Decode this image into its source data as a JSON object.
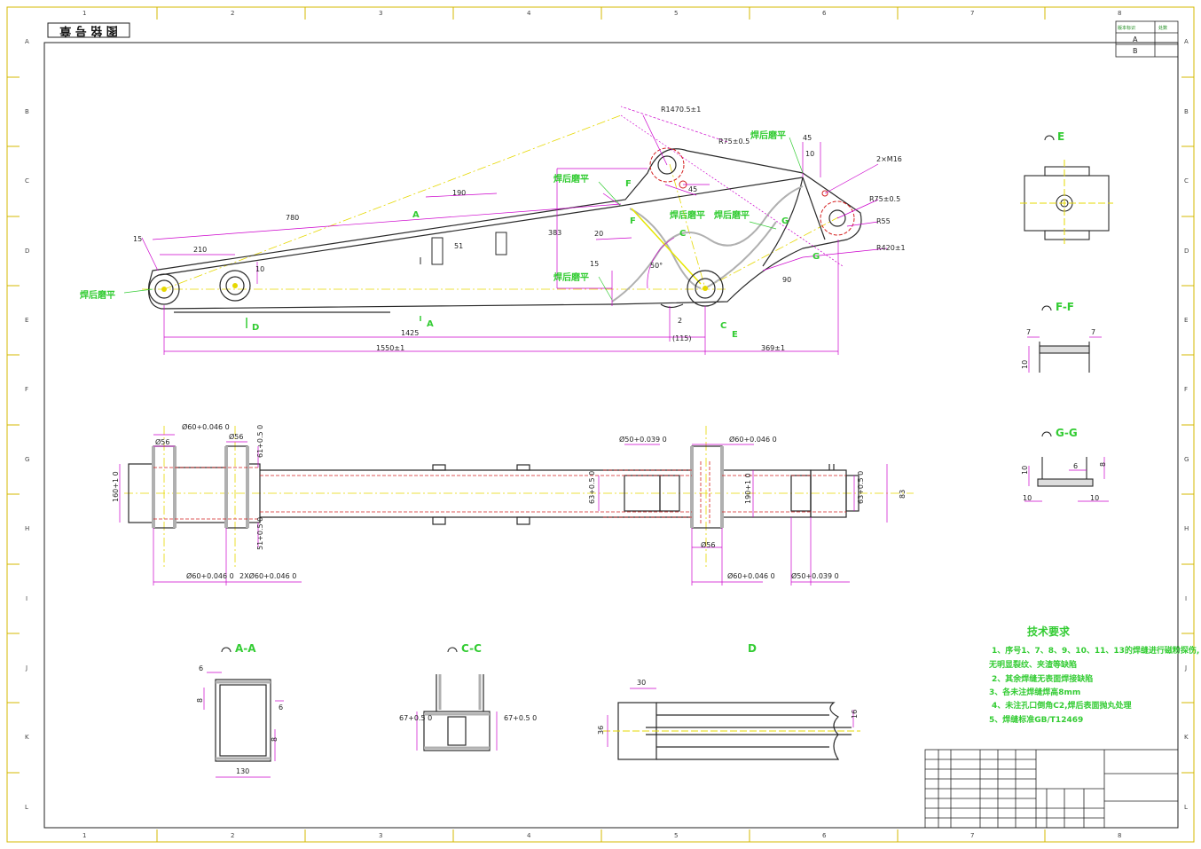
{
  "zones": {
    "columns": [
      "1",
      "2",
      "3",
      "4",
      "5",
      "6",
      "7",
      "8"
    ],
    "rows": [
      "A",
      "B",
      "C",
      "D",
      "E",
      "F",
      "G",
      "H",
      "I",
      "J",
      "K",
      "L"
    ]
  },
  "stamp": "图 铭 号 章",
  "revision_table": {
    "headers": [
      "版本标识",
      "处数"
    ],
    "rows": [
      "A",
      "B"
    ]
  },
  "section_labels": {
    "e": "E",
    "ff": "F-F",
    "gg": "G-G",
    "aa": "A-A",
    "cc": "C-C",
    "d": "D",
    "view_a": "A",
    "view_c": "C",
    "view_d": "D",
    "view_f": "F",
    "view_g": "G",
    "view_e": "E"
  },
  "weld_grind_note": "焊后磨平",
  "main_view": {
    "radius_large": "R1470.5±1",
    "radius_pin": "R75±0.5",
    "radius_right": "R75±0.5",
    "r55": "R55",
    "r420": "R420±1",
    "thread": "2×M16",
    "d780": "780",
    "d190": "190",
    "d210": "210",
    "d15a": "15",
    "d10a": "10",
    "d383": "383",
    "d20": "20",
    "d15b": "15",
    "d50": "50°",
    "d45": "45",
    "d10b": "10",
    "d45b": "45",
    "d90": "90",
    "d51": "51",
    "d1425": "1425",
    "d2": "2",
    "d115": "(115)",
    "d1550": "1550±1",
    "d369": "369±1"
  },
  "plan_view": {
    "phi56a": "Ø56",
    "phi60a": "Ø60+0.046 0",
    "phi56b": "Ø56",
    "d61a": "61+0.5 0",
    "d51b": "51+0.5 0",
    "d160": "160+1 0",
    "phi60b": "Ø60+0.046 0",
    "phi60c": "2XØ60+0.046 0",
    "phi50a": "Ø50+0.039 0",
    "phi60d": "Ø60+0.046 0",
    "d63a": "63+0.5 0",
    "d190": "190+1 0",
    "phi56c": "Ø56",
    "phi60e": "Ø60+0.046 0",
    "phi50b": "Ø50+0.039 0",
    "d63b": "63+0.5 0",
    "d83": "83"
  },
  "detail_dims": {
    "ff7a": "7",
    "ff7b": "7",
    "ff10": "10",
    "gg6": "6",
    "gg8": "8",
    "gg10a": "10",
    "gg10b": "10",
    "gg10c": "10",
    "aa6a": "6",
    "aa8": "8",
    "aa6b": "6",
    "aa8b": "8",
    "aa130": "130",
    "cc67a": "67+0.5 0",
    "cc67b": "67+0.5 0",
    "d30": "30",
    "d36": "36",
    "d16": "16"
  },
  "tech_requirements": {
    "title": "技术要求",
    "items": [
      "1、序号1、7、8、9、10、11、13的焊缝进行磁粉探伤,",
      "无明显裂纹、夹渣等缺陷",
      "2、其余焊缝无表面焊接缺陷",
      "3、各未注焊缝焊高8mm",
      "4、未注孔口倒角C2,焊后表面抛丸处理",
      "5、焊缝标准GB/T12469"
    ]
  },
  "colors": {
    "border": "#d4b800",
    "part_line": "#2a2a2a",
    "dimension": "#cc00cc",
    "annotation": "#33cc33",
    "hidden": "#d42020",
    "centerline": "#e6d800"
  }
}
